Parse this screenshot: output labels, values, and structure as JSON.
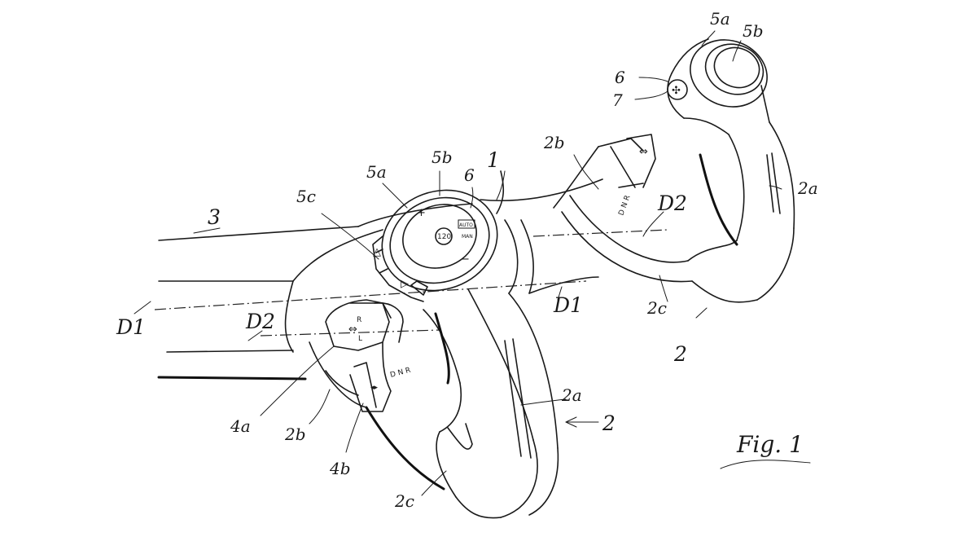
{
  "labels": {
    "l1": "1",
    "l2_center": "2",
    "l2_right": "2",
    "l2a_center": "2a",
    "l2a_right": "2a",
    "l2b_center": "2b",
    "l2b_right": "2b",
    "l2c_center": "2c",
    "l2c_right": "2c",
    "l3": "3",
    "l4a": "4a",
    "l4b": "4b",
    "l5a_center": "5a",
    "l5a_right": "5a",
    "l5b_center": "5b",
    "l5b_right": "5b",
    "l5c": "5c",
    "l6_center": "6",
    "l6_right": "6",
    "l7": "7",
    "d1_left": "D1",
    "d1_center": "D1",
    "d2_left": "D2",
    "d2_right": "D2"
  },
  "dial": {
    "plus": "+",
    "minus": "−",
    "center_value": "120",
    "mode": "AUTO",
    "sub": "MAN"
  },
  "switch": {
    "gear_center": "D N R",
    "gear_right": "D N R",
    "rl_top": "R",
    "rl_bottom": "L"
  },
  "figure": {
    "caption": "Fig. 1"
  }
}
